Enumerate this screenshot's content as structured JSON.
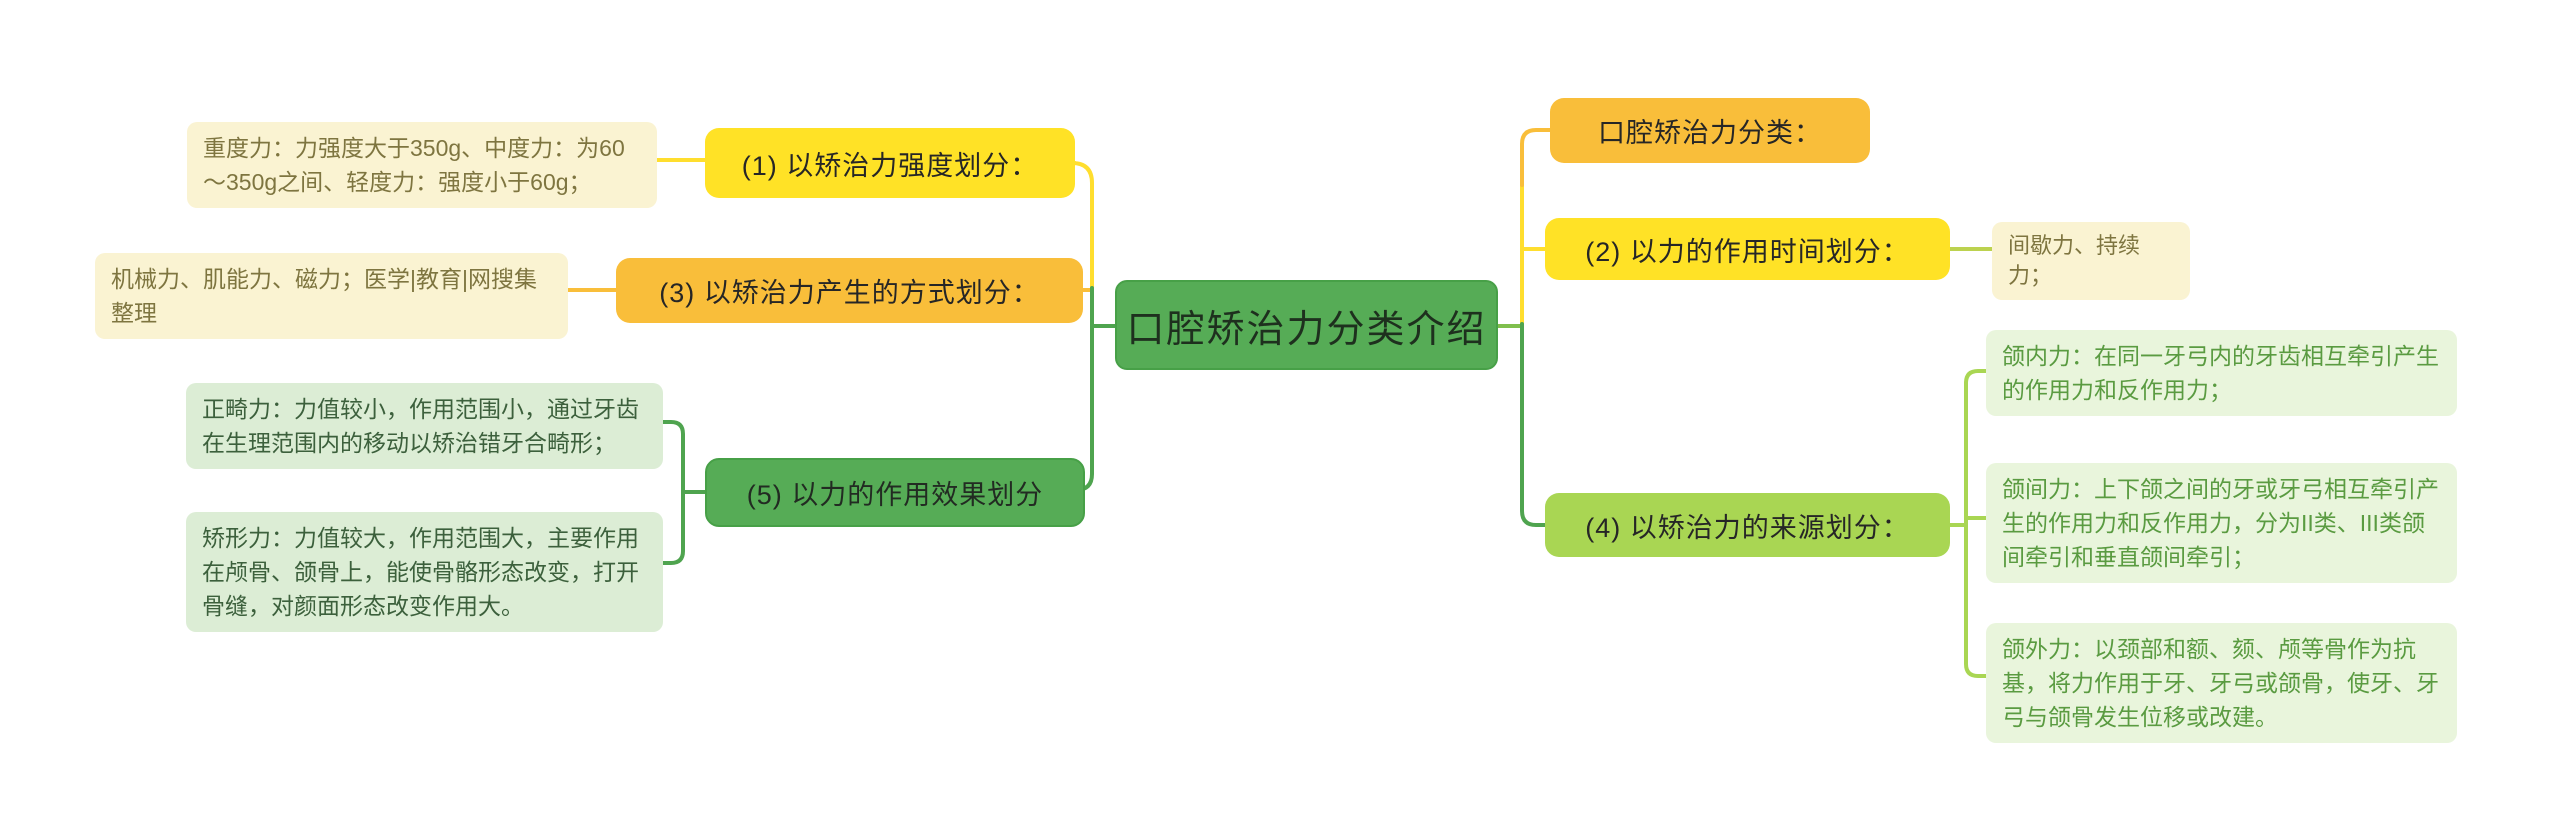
{
  "title": {
    "text": "口腔矫治力分类介绍"
  },
  "left": {
    "branch1": {
      "label": "(1) 以矫治力强度划分：",
      "child": "重度力：力强度大于350g、中度力：为60～350g之间、轻度力：强度小于60g；"
    },
    "branch3": {
      "label": "(3) 以矫治力产生的方式划分：",
      "child": "机械力、肌能力、磁力；医学|教育|网搜集整理"
    },
    "branch5": {
      "label": "(5) 以力的作用效果划分",
      "children": {
        "orthodontic": "正畸力：力值较小，作用范围小，通过牙齿在生理范围内的移动以矫治错牙合畸形；",
        "orthopedic": "矫形力：力值较大，作用范围大，主要作用在颅骨、颌骨上，能使骨骼形态改变，打开骨缝，对颜面形态改变作用大。"
      }
    }
  },
  "right": {
    "classification": {
      "label": "口腔矫治力分类："
    },
    "branch2": {
      "label": "(2) 以力的作用时间划分：",
      "child": "间歇力、持续力；"
    },
    "branch4": {
      "label": "(4) 以矫治力的来源划分：",
      "children": {
        "intramaxillary": "颌内力：在同一牙弓内的牙齿相互牵引产生的作用力和反作用力；",
        "intermaxillary": "颌间力：上下颌之间的牙或牙弓相互牵引产生的作用力和反作用力，分为II类、III类颌间牵引和垂直颌间牵引；",
        "extraoral": "颌外力：以颈部和额、颏、颅等骨作为抗基，将力作用于牙、牙弓或颌骨，使牙、牙弓与颌骨发生位移或改建。"
      }
    }
  },
  "colors": {
    "yellow": "#FFE226",
    "orange": "#F9BE3A",
    "green": "#56AC56",
    "yellow_green": "#A9D653",
    "cream_leaf": "#FAF3D2",
    "light_green_leaf_left": "#DCEDD5",
    "light_green_leaf_right": "#E9F5DC",
    "connector_green": "#4FA44F",
    "connector_yellow": "#FFDE2E"
  }
}
